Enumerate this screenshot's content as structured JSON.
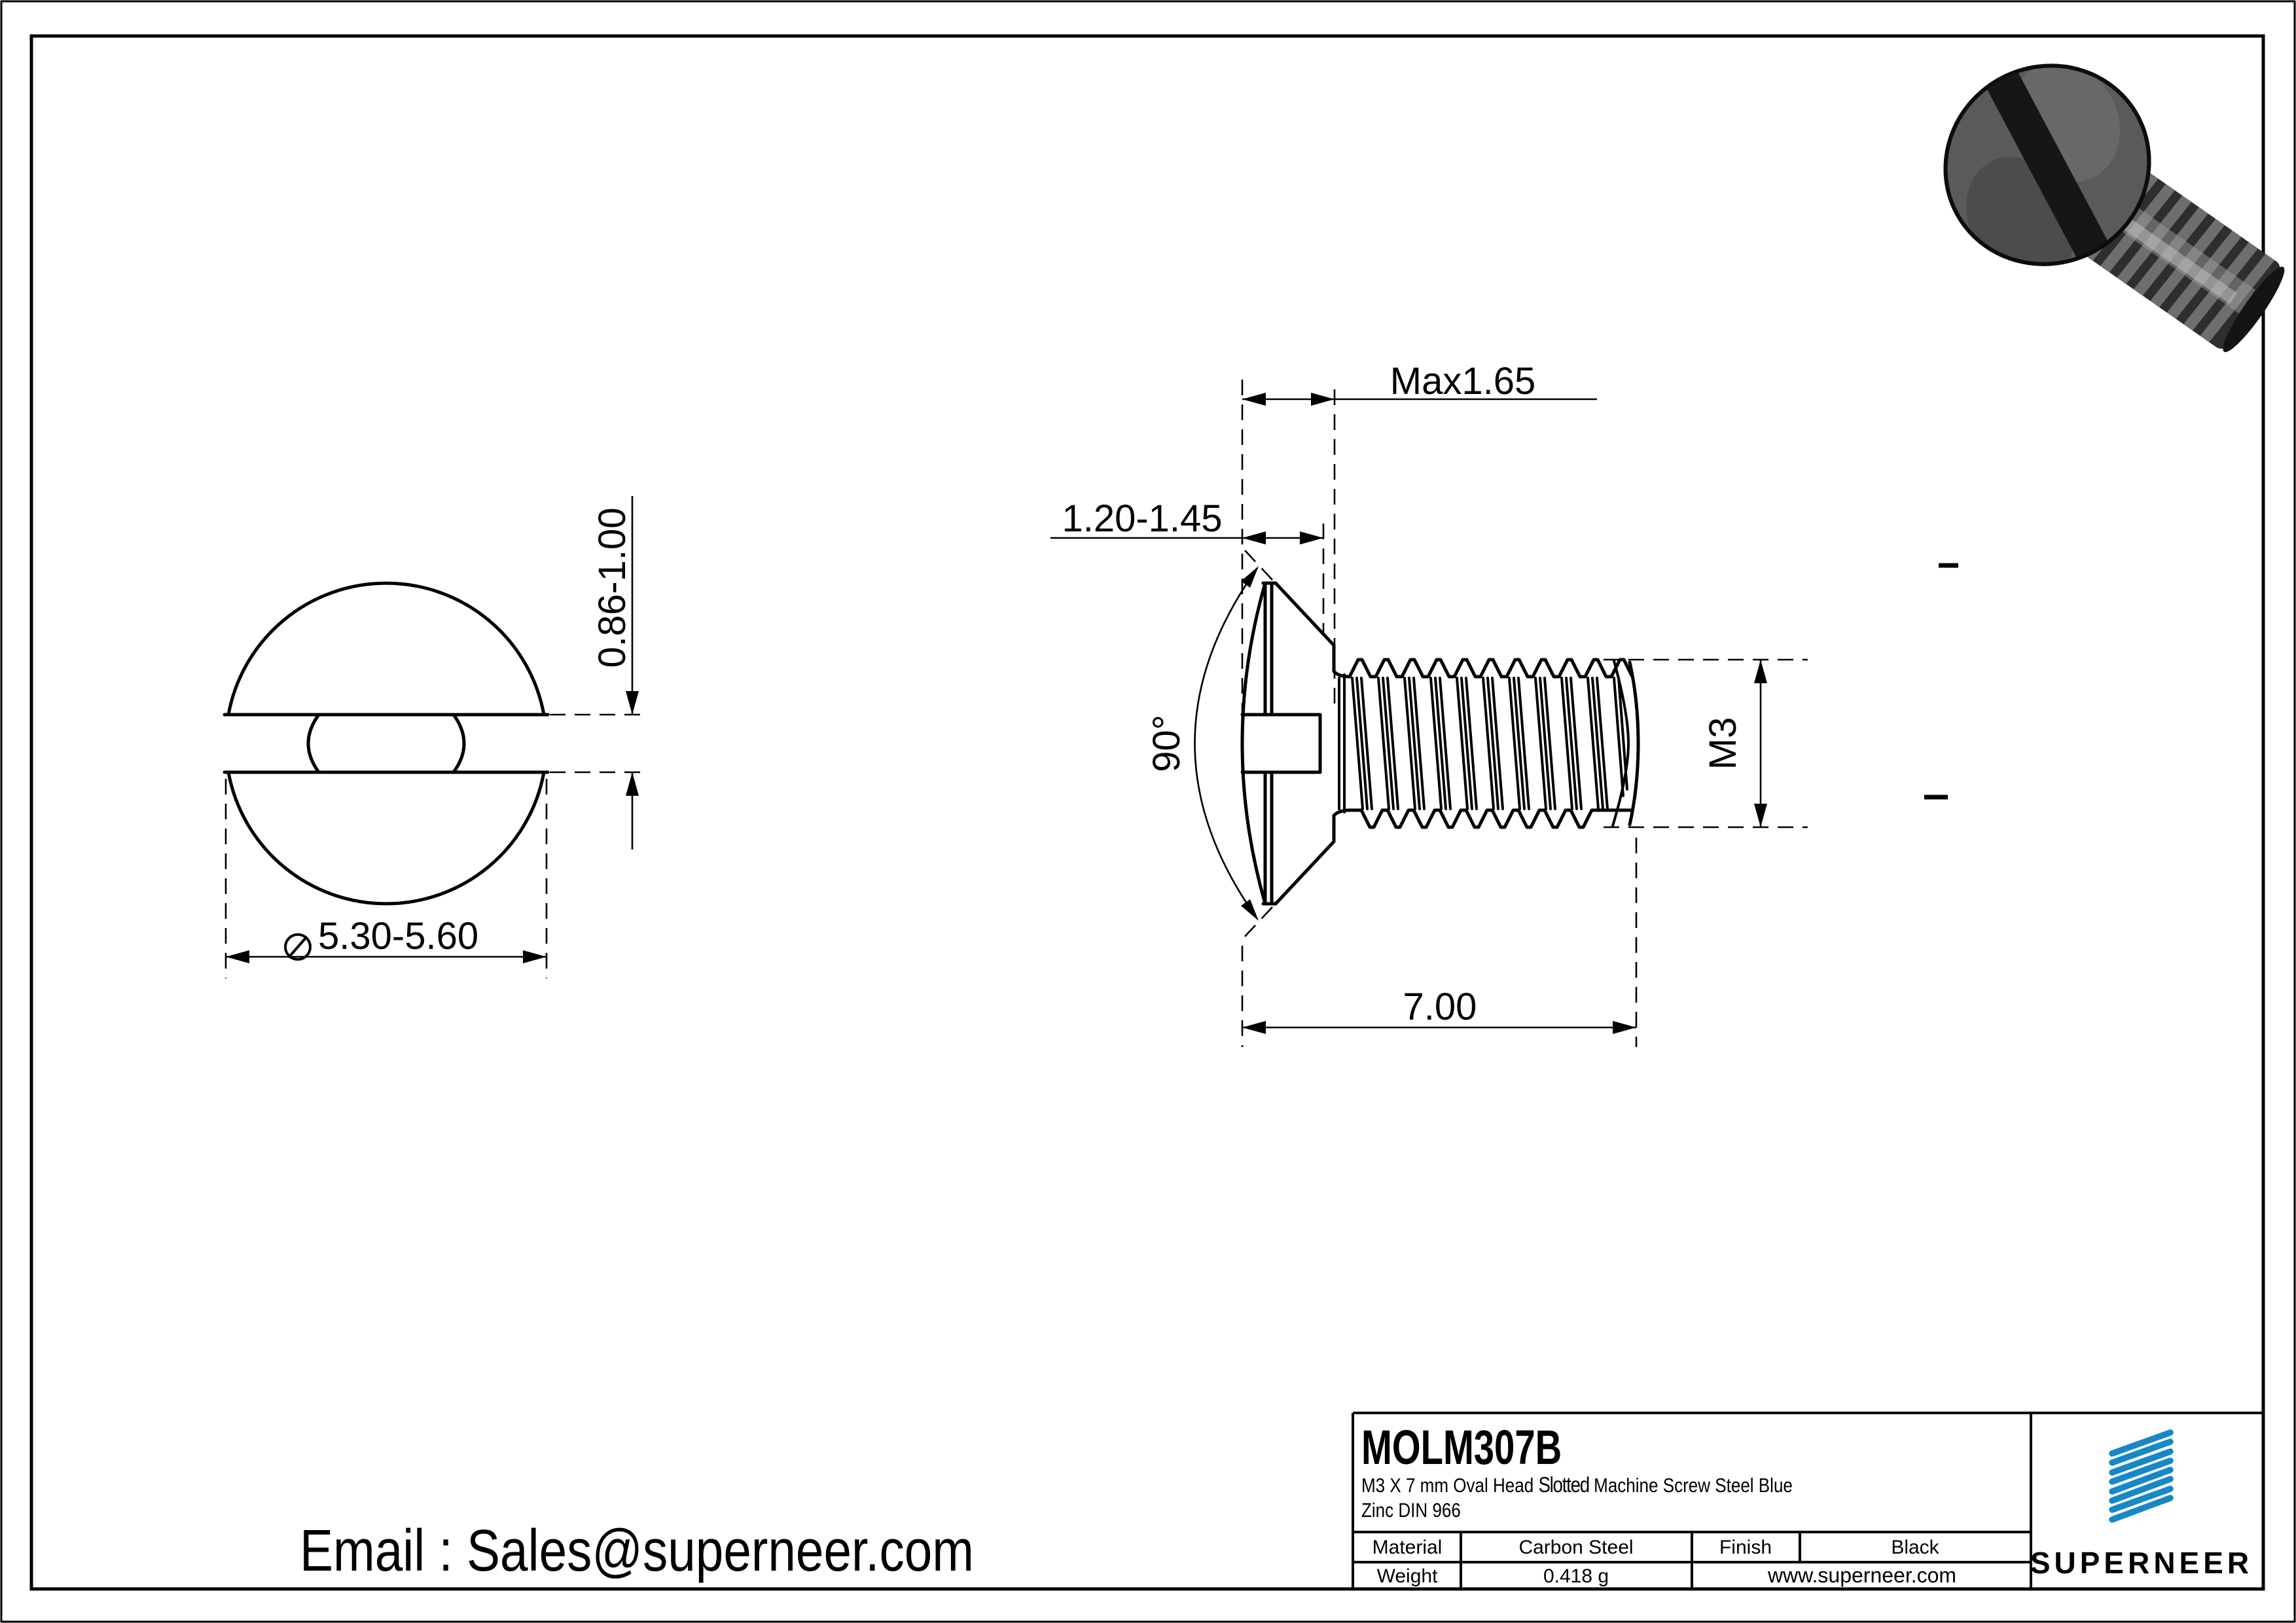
{
  "dimensions": {
    "head_diameter": "5.30-5.60",
    "slot_width": "0.86-1.00",
    "head_height_max": "Max1.65",
    "head_height_range": "1.20-1.45",
    "countersink_angle": "90°",
    "thread_size": "M3",
    "length": "7.00"
  },
  "title_block": {
    "part_number": "MOLM307B",
    "description_1": "M3 X 7 mm  Oval Head ",
    "description_2": "Slotted",
    "description_3": " Machine Screw Steel Blue",
    "description_line2": "Zinc DIN 966",
    "material_label": "Material",
    "material_value": "Carbon Steel",
    "finish_label": "Finish",
    "finish_value": "Black",
    "weight_label": "Weight",
    "weight_value": "0.418 g"
  },
  "branding": {
    "brand_name": "SUPERNEER",
    "website": "www.superneer.com",
    "logo_color": "#1787c9",
    "link_color": "#1e8fd5"
  },
  "contact": {
    "email": "Email : Sales@superneer.com"
  }
}
